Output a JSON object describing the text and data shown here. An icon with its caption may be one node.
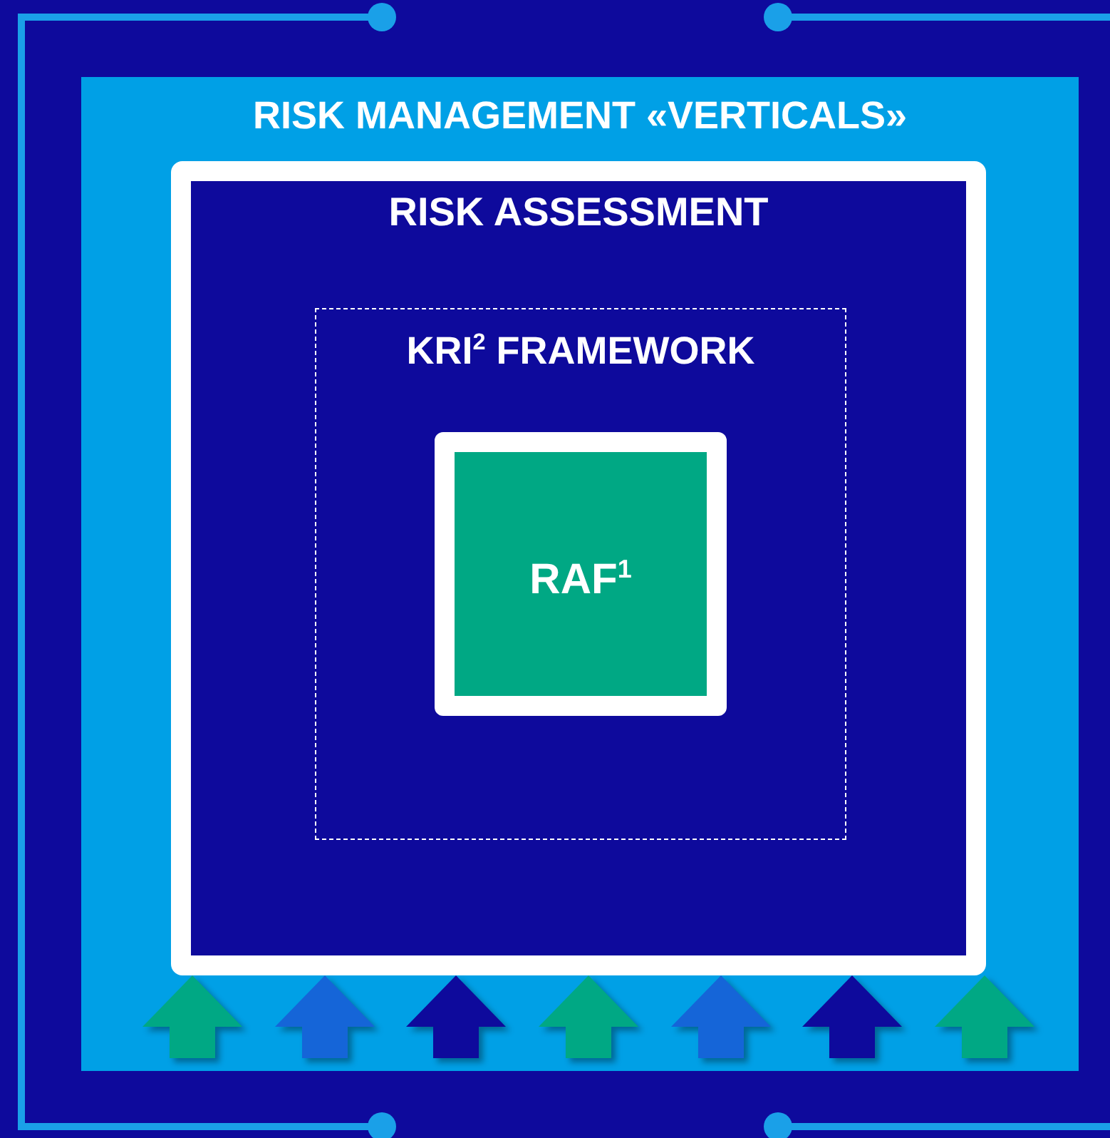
{
  "diagram": {
    "nodes": [
      {
        "text": [
          "RISK MANAGEMENT «VERTICALS»"
        ]
      },
      {
        "text": [
          "RISK ASSESSMENT"
        ],
        "in": 0
      },
      {
        "text": [
          "KRI$^{2}$ FRAMEWORK"
        ],
        "in": 1
      },
      {
        "text": [
          "RAF$^{1}$"
        ],
        "in": 2
      }
    ],
    "edges": [
      {
        "from": null,
        "to": 1,
        "arrow": "to"
      },
      {
        "from": null,
        "to": 1,
        "arrow": "to",
        "color": "#1565d8"
      },
      {
        "from": null,
        "to": 1,
        "arrow": "to",
        "color": "#0e0a9c"
      },
      {
        "from": null,
        "to": 1,
        "arrow": "to"
      },
      {
        "from": null,
        "to": 1,
        "arrow": "to",
        "color": "#1565d8"
      },
      {
        "from": null,
        "to": 1,
        "arrow": "to",
        "color": "#0e0a9c"
      },
      {
        "from": null,
        "to": 1,
        "arrow": "to"
      }
    ]
  }
}
